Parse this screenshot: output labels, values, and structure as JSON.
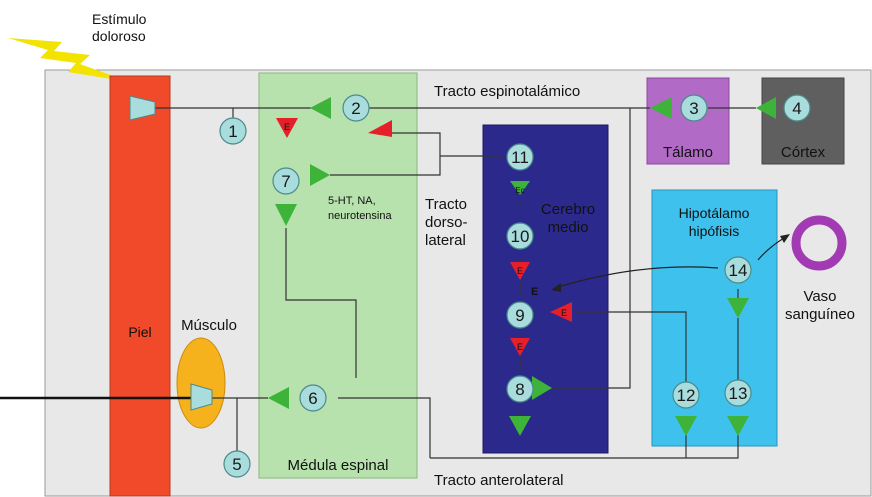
{
  "stimulus": {
    "line1": "Estímulo",
    "line2": "doloroso"
  },
  "regions": {
    "skin": "Piel",
    "muscle": "Músculo",
    "spinal_cord": "Médula espinal",
    "midbrain": {
      "line1": "Cerebro",
      "line2": "medio"
    },
    "thalamus": "Tálamo",
    "cortex": "Córtex",
    "hypothalamus": {
      "line1": "Hipotálamo",
      "line2": "hipófisis"
    },
    "vessel": {
      "line1": "Vaso",
      "line2": "sanguíneo"
    }
  },
  "tracts": {
    "spinothalamic": "Tracto espinotalámico",
    "dorsolateral": {
      "line1": "Tracto",
      "line2": "dorso-",
      "line3": "lateral"
    },
    "anterolateral": "Tracto anterolateral"
  },
  "transmitters": {
    "line1": "5-HT, NA,",
    "line2": "neurotensina"
  },
  "synapse_labels": {
    "enkephalin": "E",
    "enkephalin_small": "Ec",
    "e_bold": "E"
  },
  "nodes": [
    "1",
    "2",
    "3",
    "4",
    "5",
    "6",
    "7",
    "8",
    "9",
    "10",
    "11",
    "12",
    "13",
    "14"
  ],
  "colors": {
    "background": "#e8e8e8",
    "skin": "#f04a2a",
    "muscle": "#f5b21c",
    "spinal_cord": "#b7e2ad",
    "midbrain": "#2b2a8c",
    "thalamus": "#b16bc6",
    "cortex": "#5f5f5f",
    "hypothalamus": "#3fc1ee",
    "node": "#a9dcdc",
    "excitatory": "#3db33a",
    "inhibitory": "#e5202a",
    "vessel": "#a23ab4",
    "lightning": "#f2e300"
  }
}
